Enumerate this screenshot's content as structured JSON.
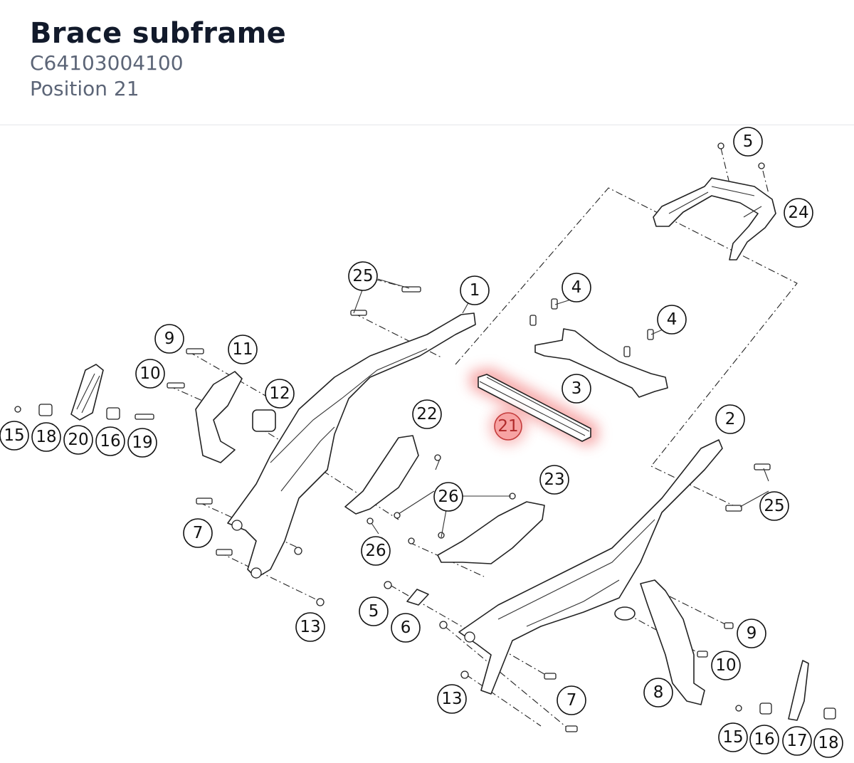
{
  "header": {
    "title": "Brace subframe",
    "part_number": "C64103004100",
    "position": "Position 21"
  },
  "highlight": {
    "label": "21",
    "color": "#e84a4a"
  },
  "callouts": [
    {
      "id": "c5a",
      "label": "5"
    },
    {
      "id": "c24",
      "label": "24"
    },
    {
      "id": "c25a",
      "label": "25"
    },
    {
      "id": "c1",
      "label": "1"
    },
    {
      "id": "c4a",
      "label": "4"
    },
    {
      "id": "c4b",
      "label": "4"
    },
    {
      "id": "c9a",
      "label": "9"
    },
    {
      "id": "c11",
      "label": "11"
    },
    {
      "id": "c10a",
      "label": "10"
    },
    {
      "id": "c12",
      "label": "12"
    },
    {
      "id": "c3",
      "label": "3"
    },
    {
      "id": "c2",
      "label": "2"
    },
    {
      "id": "c22",
      "label": "22"
    },
    {
      "id": "c15a",
      "label": "15"
    },
    {
      "id": "c18a",
      "label": "18"
    },
    {
      "id": "c20",
      "label": "20"
    },
    {
      "id": "c16a",
      "label": "16"
    },
    {
      "id": "c19",
      "label": "19"
    },
    {
      "id": "c23",
      "label": "23"
    },
    {
      "id": "c26a",
      "label": "26"
    },
    {
      "id": "c25b",
      "label": "25"
    },
    {
      "id": "c7a",
      "label": "7"
    },
    {
      "id": "c26b",
      "label": "26"
    },
    {
      "id": "c5b",
      "label": "5"
    },
    {
      "id": "c6",
      "label": "6"
    },
    {
      "id": "c13a",
      "label": "13"
    },
    {
      "id": "c9b",
      "label": "9"
    },
    {
      "id": "c10b",
      "label": "10"
    },
    {
      "id": "c8",
      "label": "8"
    },
    {
      "id": "c13b",
      "label": "13"
    },
    {
      "id": "c7b",
      "label": "7"
    },
    {
      "id": "c15b",
      "label": "15"
    },
    {
      "id": "c16b",
      "label": "16"
    },
    {
      "id": "c17",
      "label": "17"
    },
    {
      "id": "c18b",
      "label": "18"
    }
  ]
}
